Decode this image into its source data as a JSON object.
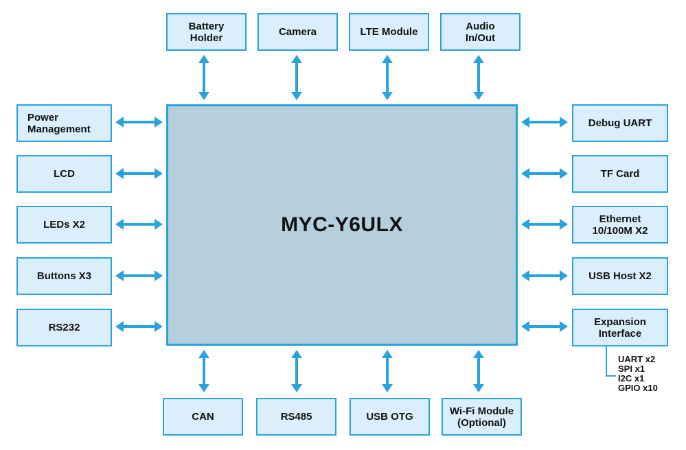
{
  "core": {
    "title": "MYC-Y6ULX"
  },
  "colors": {
    "box_fill": "#dbeefb",
    "box_border": "#2aa2dc",
    "core_fill": "#b5cfdc",
    "arrow": "#2aa2dc"
  },
  "top": [
    {
      "id": "battery-holder",
      "label": "Battery\nHolder"
    },
    {
      "id": "camera",
      "label": "Camera"
    },
    {
      "id": "lte-module",
      "label": "LTE  Module"
    },
    {
      "id": "audio-in-out",
      "label": "Audio\nIn/Out"
    }
  ],
  "bottom": [
    {
      "id": "can",
      "label": "CAN"
    },
    {
      "id": "rs485",
      "label": "RS485"
    },
    {
      "id": "usb-otg",
      "label": "USB  OTG"
    },
    {
      "id": "wifi-module",
      "label": "Wi-Fi Module\n(Optional)"
    }
  ],
  "left": [
    {
      "id": "power-management",
      "label": "Power\nManagement"
    },
    {
      "id": "lcd",
      "label": "LCD"
    },
    {
      "id": "leds",
      "label": "LEDs X2"
    },
    {
      "id": "buttons",
      "label": "Buttons X3"
    },
    {
      "id": "rs232",
      "label": "RS232"
    }
  ],
  "right": [
    {
      "id": "debug-uart",
      "label": "Debug UART"
    },
    {
      "id": "tf-card",
      "label": "TF  Card"
    },
    {
      "id": "ethernet",
      "label": "Ethernet\n10/100M  X2"
    },
    {
      "id": "usb-host",
      "label": "USB  Host X2"
    },
    {
      "id": "expansion-interface",
      "label": "Expansion\nInterface"
    }
  ],
  "expansion_details": [
    "UART x2",
    "SPI x1",
    "I2C x1",
    "GPIO x10"
  ]
}
